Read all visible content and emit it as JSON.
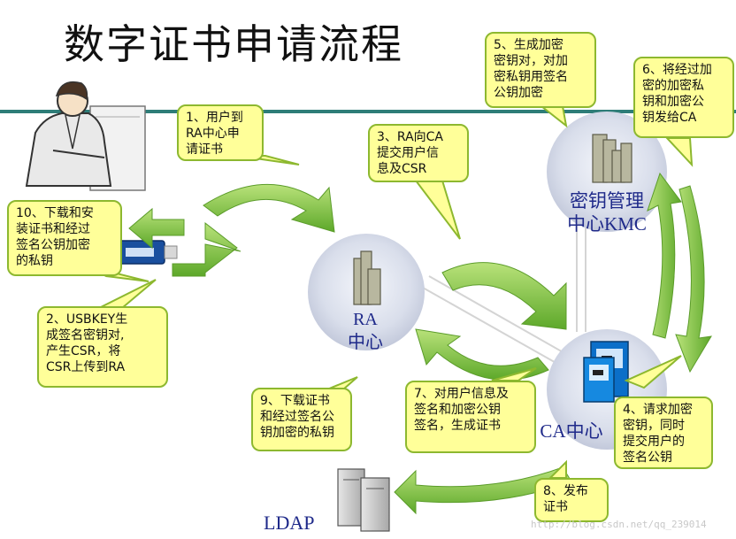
{
  "title": "数字证书申请流程",
  "nodes": {
    "ra": "RA\n中心",
    "kmc": "密钥管理\n中心KMC",
    "ca": "CA中心",
    "ldap": "LDAP"
  },
  "steps": {
    "s1": "1、用户到\nRA中心申\n请证书",
    "s2": "2、USBKEY生\n成签名密钥对,\n产生CSR，将\nCSR上传到RA",
    "s3": "3、RA向CA\n提交用户信\n息及CSR",
    "s4": "4、请求加密\n密钥，同时\n提交用户的\n签名公钥",
    "s5": "5、生成加密\n密钥对，对加\n密私钥用签名\n公钥加密",
    "s6": "6、将经过加\n密的加密私\n钥和加密公\n钥发给CA",
    "s7": "7、对用户信息及\n签名和加密公钥\n签名，生成证书",
    "s8": "8、发布\n证书",
    "s9": "9、下载证书\n和经过签名公\n钥加密的私钥",
    "s10": "10、下载和安\n装证书和经过\n签名公钥加密\n的私钥"
  },
  "watermark": "http://blog.csdn.net/qq_239014",
  "colors": {
    "accent_line": "#2e7d78",
    "arrow_green": "#7cc242",
    "callout_fill": "#ffff99",
    "callout_border": "#8db82f",
    "node_fill": "#d7dcea",
    "label_blue": "#1f2a8a"
  }
}
